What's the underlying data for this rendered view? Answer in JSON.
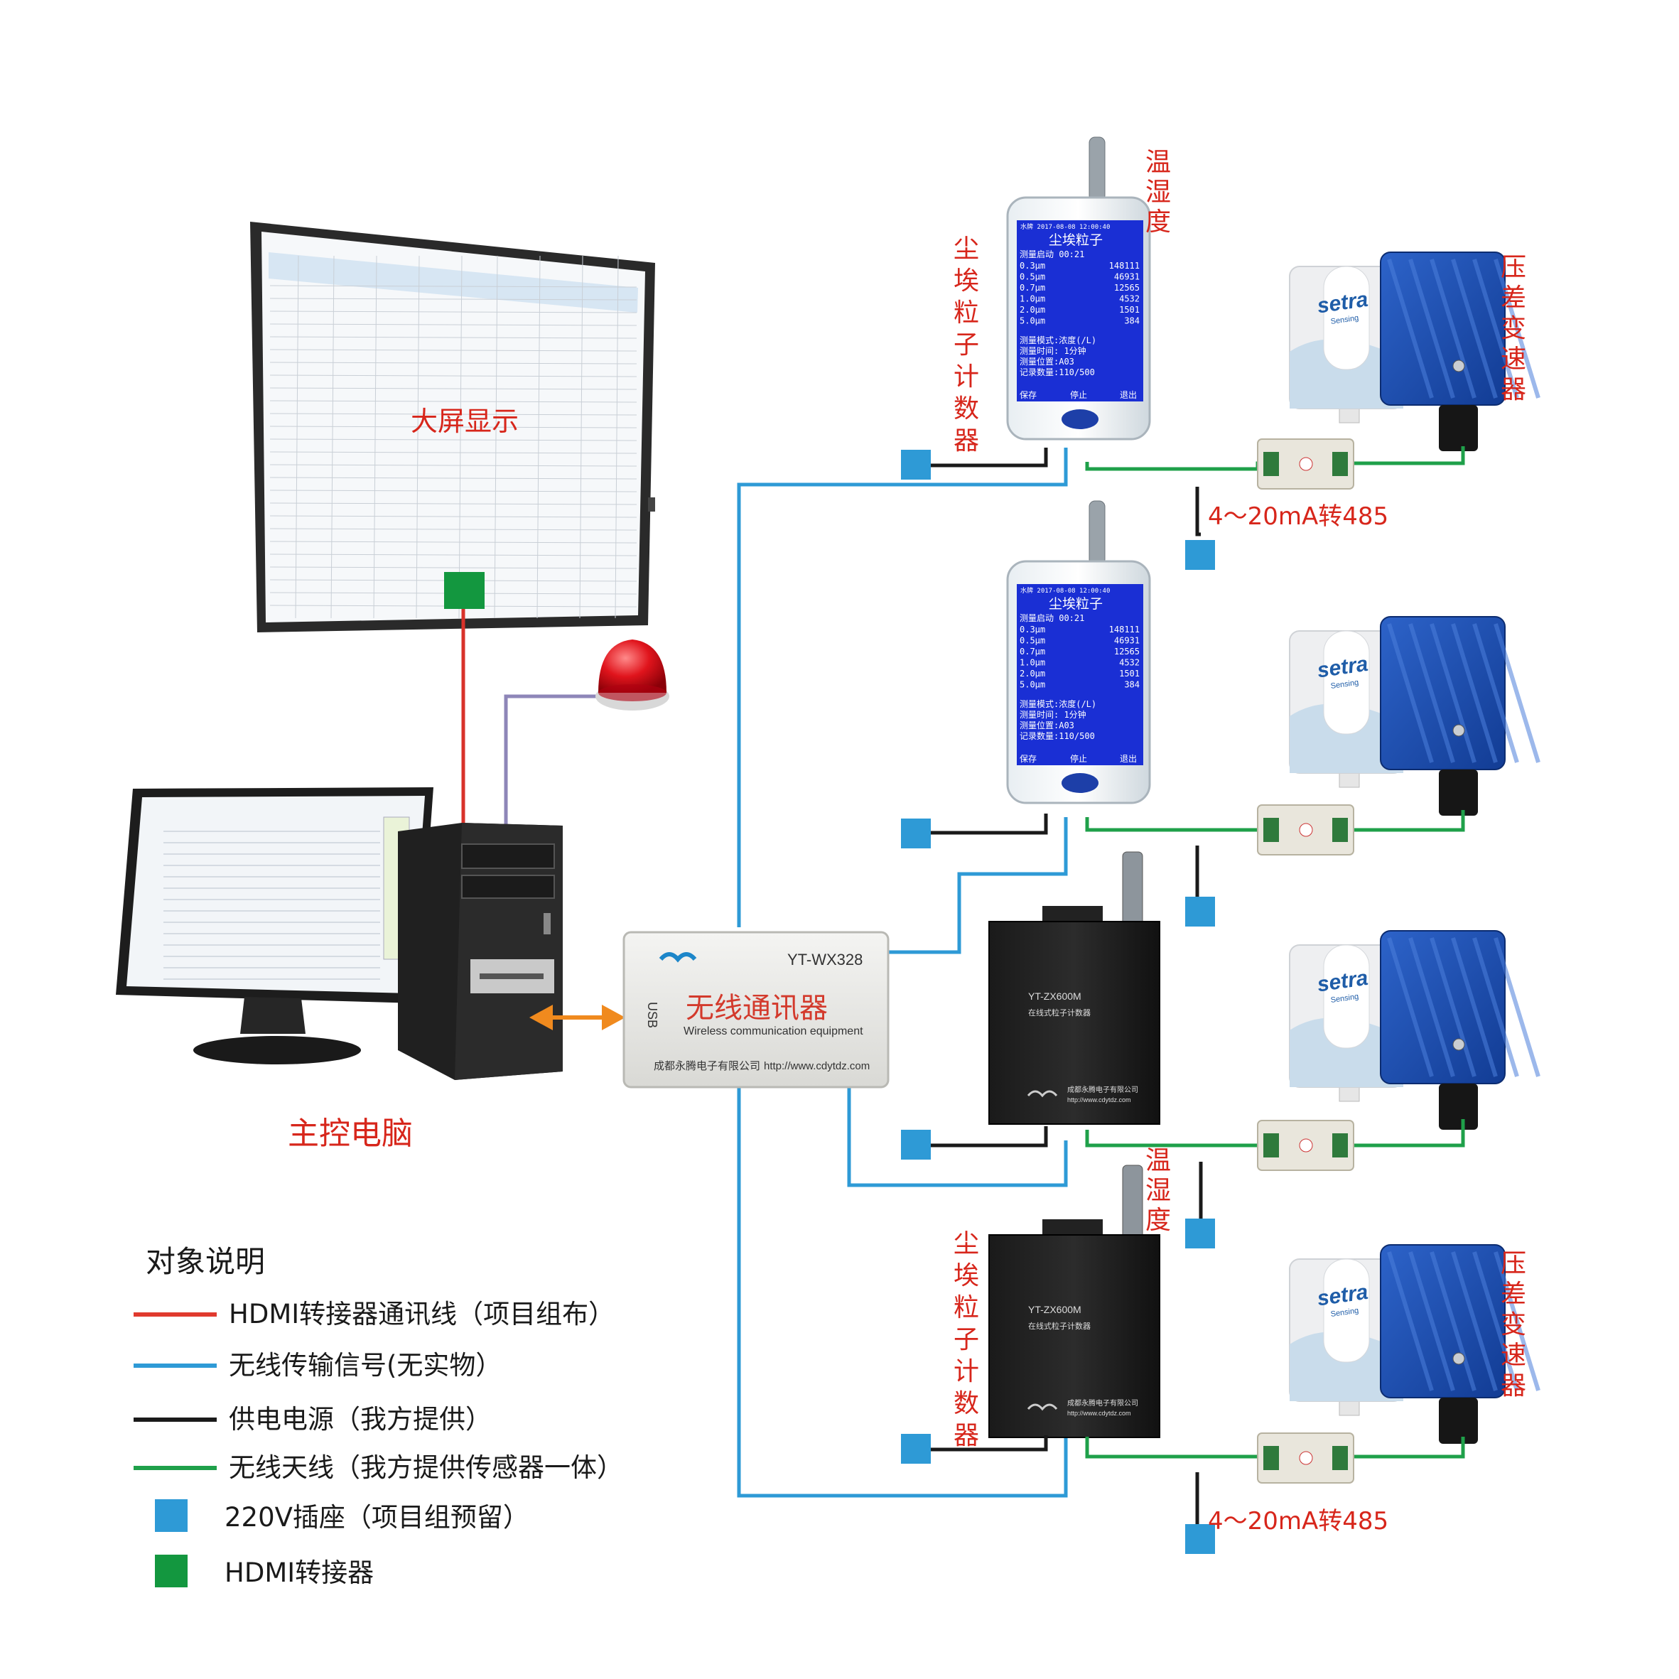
{
  "labels": {
    "big_screen": "大屏显示",
    "main_pc": "主控电脑",
    "temp_humidity": "温湿度",
    "dust_counter": "尘埃粒子计数器",
    "pressure_transmitter": "压差变速器",
    "converter": "4～20mA转485"
  },
  "wireless_box": {
    "model": "YT-WX328",
    "usb": "USB",
    "name_cn": "无线通讯器",
    "name_en": "Wireless communication equipment",
    "company": "成都永腾电子有限公司",
    "url": "http://www.cdytdz.com"
  },
  "handheld_screen": {
    "header_left": "水牌",
    "header_date": "2017-08-08 12:00:40",
    "title": "尘埃粒子",
    "start": "测量启动 00:21",
    "rows": [
      {
        "size": "0.3μm",
        "count": "148111"
      },
      {
        "size": "0.5μm",
        "count": "46931"
      },
      {
        "size": "0.7μm",
        "count": "12565"
      },
      {
        "size": "1.0μm",
        "count": "4532"
      },
      {
        "size": "2.0μm",
        "count": "1501"
      },
      {
        "size": "5.0μm",
        "count": "384"
      }
    ],
    "mode": "测量模式:浓度(/L)",
    "time": "测量时间: 1分钟",
    "location": "测量位置:A03",
    "records": "记录数量:110/500",
    "btn_save": "保存",
    "btn_stop": "停止",
    "btn_exit": "退出"
  },
  "online_counter": {
    "model": "YT-ZX600M",
    "desc": "在线式粒子计数器",
    "company": "成都永腾电子有限公司",
    "url": "http://www.cdytdz.com"
  },
  "sensor_brand": "setra",
  "sensor_sub": "Sensing",
  "legend": {
    "title": "对象说明",
    "items": [
      {
        "text": "HDMI转接器通讯线（项目组布）",
        "color": "#e03a2e",
        "kind": "line"
      },
      {
        "text": "无线传输信号(无实物）",
        "color": "#2e9ad6",
        "kind": "line"
      },
      {
        "text": "供电电源（我方提供）",
        "color": "#1a1a1a",
        "kind": "line"
      },
      {
        "text": "无线天线（我方提供传感器一体）",
        "color": "#1fa04a",
        "kind": "line"
      },
      {
        "text": "220V插座（项目组预留）",
        "color": "#2e9ad6",
        "kind": "square"
      },
      {
        "text": "HDMI转接器",
        "color": "#13973f",
        "kind": "square"
      }
    ]
  },
  "colors": {
    "red_line": "#d8322a",
    "blue_line": "#2e9ad6",
    "black_line": "#1a1a1a",
    "green_line": "#1fa04a",
    "purple_line": "#8e86b8",
    "outlet": "#2e9ad6",
    "hdmi": "#13973f",
    "label_red": "#d7261b"
  }
}
